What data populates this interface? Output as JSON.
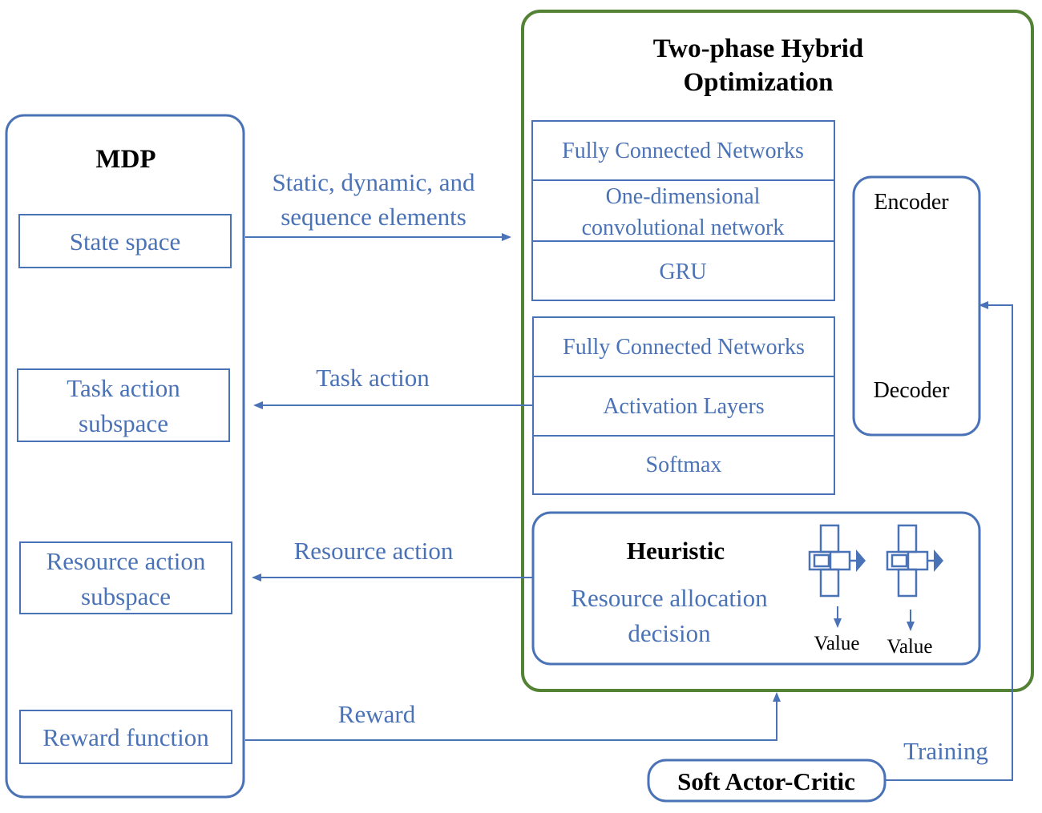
{
  "hybrid": {
    "title_line1": "Two-phase Hybrid",
    "title_line2": "Optimization",
    "encoder_stack": [
      "Fully Connected Networks",
      "One-dimensional",
      "convolutional network",
      "GRU"
    ],
    "decoder_stack": [
      "Fully Connected Networks",
      "Activation Layers",
      "Softmax"
    ],
    "encoder_label": "Encoder",
    "decoder_label": "Decoder",
    "heuristic": {
      "title": "Heuristic",
      "desc_line1": "Resource allocation",
      "desc_line2": "decision",
      "value_label_1": "Value",
      "value_label_2": "Value"
    }
  },
  "mdp": {
    "title": "MDP",
    "state_space": "State space",
    "task_action_line1": "Task action",
    "task_action_line2": "subspace",
    "resource_action_line1": "Resource action",
    "resource_action_line2": "subspace",
    "reward_function": "Reward function"
  },
  "arrows": {
    "elements_line1": "Static, dynamic, and",
    "elements_line2": "sequence elements",
    "task_action": "Task action",
    "resource_action": "Resource action",
    "reward": "Reward",
    "training": "Training"
  },
  "sac": {
    "label": "Soft Actor-Critic"
  },
  "colors": {
    "blue": "#4a72b6",
    "green": "#548235",
    "black": "#000000"
  }
}
